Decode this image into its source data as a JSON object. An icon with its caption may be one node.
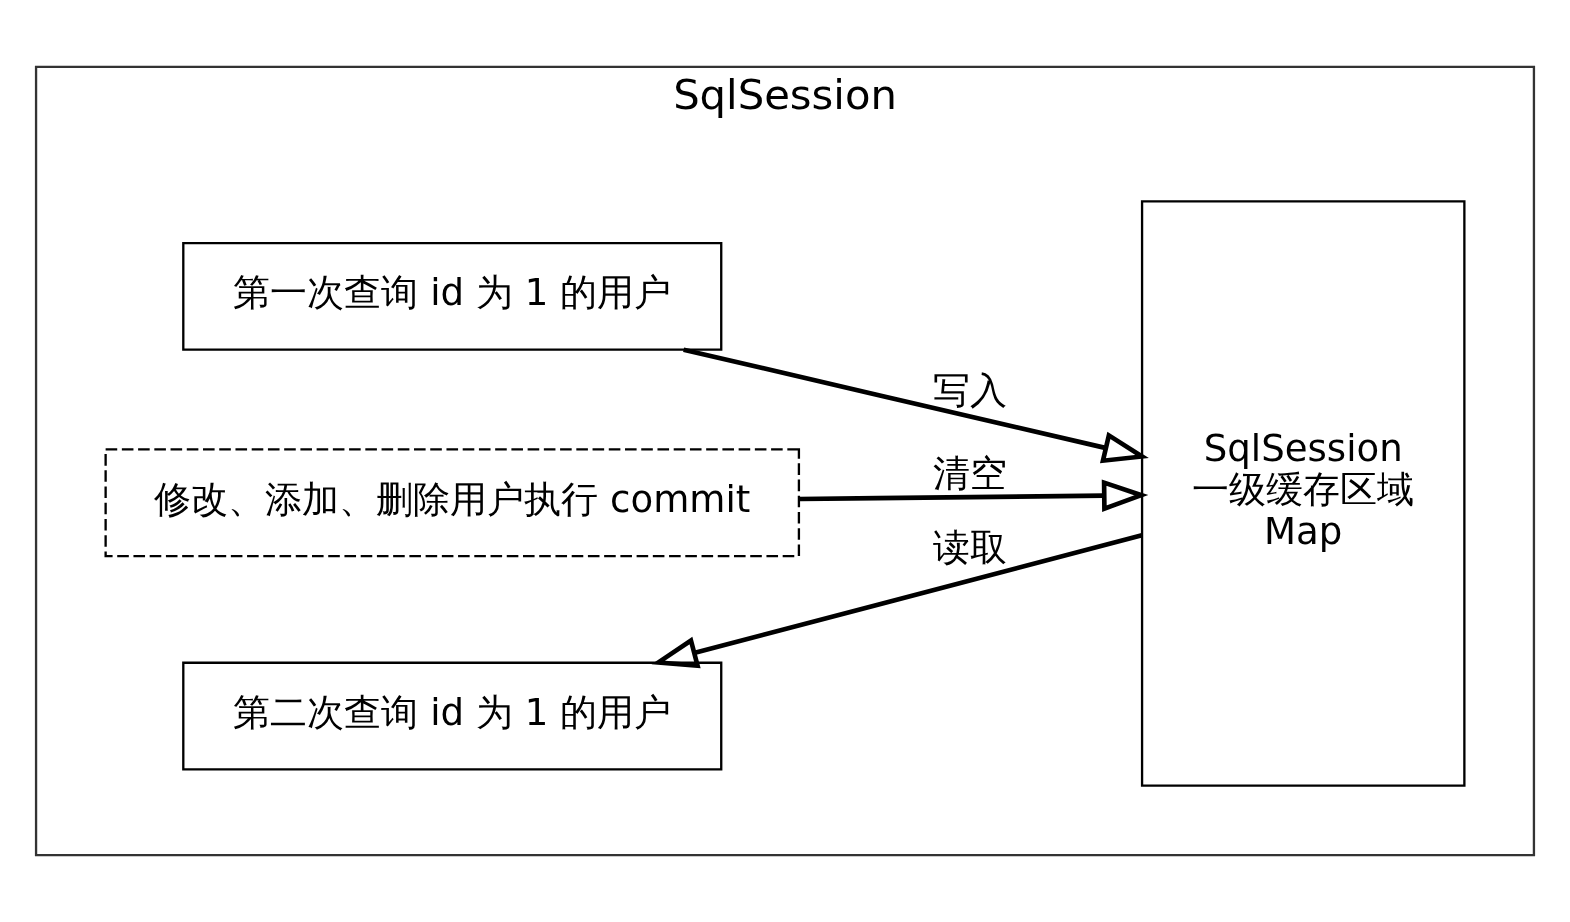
{
  "diagram": {
    "nodes": [
      {
        "text": [
          "SqlSession"
        ]
      },
      {
        "text": [
          "第一次查询 id 为 1 的用户"
        ],
        "in": 0
      },
      {
        "text": [
          "修改、添加、删除用户执行 commit"
        ],
        "in": 0
      },
      {
        "text": [
          "第二次查询 id 为 1 的用户"
        ],
        "in": 0
      },
      {
        "text": [
          "SqlSession",
          "一级缓存区域",
          "Map"
        ],
        "in": 0
      }
    ],
    "edges": [
      {
        "from": 1,
        "to": 4,
        "arrow": "to",
        "label": "写入"
      },
      {
        "from": 2,
        "to": 4,
        "arrow": "to",
        "label": "清空"
      },
      {
        "from": 4,
        "to": 3,
        "arrow": "to",
        "label": "读取"
      }
    ]
  }
}
